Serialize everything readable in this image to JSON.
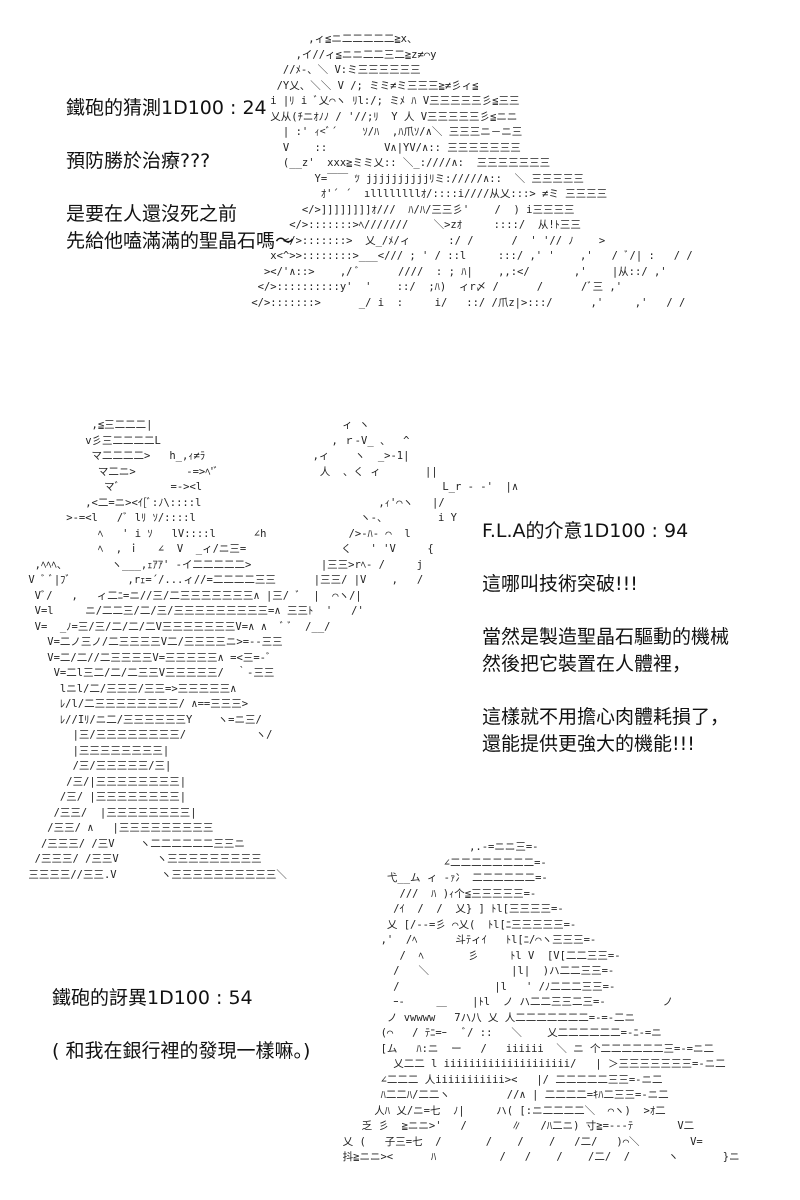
{
  "panels": [
    {
      "lines_a": [
        "鐵砲的猜測1D100 : 24"
      ],
      "lines_b": [
        "預防勝於治療???"
      ],
      "lines_c": [
        "是要在人還沒死之前",
        "先給他嗑滿滿的聖晶石嗎～"
      ],
      "art": [
        "          ,ィ≦ニ二二二二二≧x、",
        "        ,イ//ィ≦ニニ二二三二≧z≠⌒y",
        "      //ﾒ-、＼ V:ミ三三三三三三",
        "     /Y乂、＼＼ V /; ミミ≠ミ三三三≧≠彡ィ≦",
        "    i |ﾘ i ﾞ乂⌒ヽ ﾘl:/; ミﾒ ﾊ V三三三三三彡≦三三",
        "    乂从(ﾁニｵﾉﾉ / '//;ﾘ  Y 人 V三三三三三彡≦ニニ",
        "      | :' ｨ<ﾞ´    ｿ/ﾊ  ,ﾊ爪ｿ/∧＼ 三三三ニ－ニ三",
        "      V    ::         V∧|YV/∧:: 三三三三三三三",
        "      (__z'  xxx≧ミミ乂:: ＼_:////∧:  三三三三三三三",
        "           Y=￣￣ ﾂ jjjjjjjjjjﾘミ://///∧::  ＼ 三三三三三",
        "            ｵ'´ ´  ıllllllllｵ/::::i////从乂:::> ≠ミ 三三三三",
        "         </>]]]]]]]]ｵ///  ﾊ/ﾊ/三三彡'    /  ) i三三三三",
        "       </>:::::::>ﾍ///////    ＼>zｵ     ::::/  从!ﾄ三三",
        "      </>:::::::>  乂_/ﾒ/ィ      :/ /      /  ' '// ﾉ    >",
        "    x<^>>::::::::>___</// ; ' / ::l     :::/ ,' '    ,'   / ﾞ/| :   / /",
        "   ></'∧::>    ,/ ﾞ      ////  : ; ﾊ|    ,,:</       ,'    |从::/ ,'",
        "  </>::::::::::y'  '    ::/  ;ﾊ)  ィr〆 /      /      /ﾞ三 ,'",
        " </>:::::::>      _/ i  :     i/   ::/ /爪z|>:::/      ,'     ,'   / /"
      ],
      "art_lines": 18
    },
    {
      "lines_a": [
        "F.L.A的介意1D100 : 94"
      ],
      "lines_b": [
        "這哪叫技術突破!!!"
      ],
      "lines_c": [
        "當然是製造聖晶石驅動的機械",
        "然後把它裝置在人體裡，"
      ],
      "lines_d": [
        "這樣就不用擔心肉體耗損了，",
        "還能提供更強大的機能!!!"
      ],
      "art": [
        "           ,≦三二二二|                              ィ ヽ",
        "          v彡三二二二二L                           , ｒ-V_ 、  ^",
        "           マ二二二二>   h_,ｨ≠ﾗ                 ,ィ    ヽ  _>-1|",
        "            マ二ニ>        -=>ﾍ'ﾞ                人  、く ィ       ||",
        "             マﾞ        =-><l                                      L_r - -'  |∧",
        "          ,<二=ニ><ｲ[ﾞ:ﾉ\\::::l                            ,ｨ'⌒ヽ   |/",
        "       >-=<l   /ﾞ lﾘ ｿ/::::l                          ヽ-、        i Y",
        "            ﾍ   ' i ｿ   lV::::l      ∠h             />-ﾊ- ⌒  l",
        "            ﾍ  , ｉ   ∠  V  _ィ/ニ三=               く   ' 'V     {",
        "  ,ﾍﾍﾍ、       ヽ___,ｪｱｱ' -イ二二二二二>           |三三>rﾍ- /     j",
        " V ﾞ ﾞ|ﾌﾞ         ,rｪ=´/...ィ//=二二二二三三      |三三/ |V    ,   /",
        "  Vﾞ/   ,   ィ二ﾆ=ニ//三/二三三三三三三三∧ |三/ ﾞ  |  ⌒ヽ/|",
        "  V=l     ニ/二二三/二/三/三三三三三三三三三=∧ 三三ﾄ  '   /'",
        "  V=  _ﾉ=三/三/二/二/二V三三三三三三三V=∧ ∧  ﾞ ﾞ  /__/",
        "    V=二ノ三ノ/二三三三三V二/三三三三ニ>=--三三",
        "    V=二/二//二三三三三V=三三三三三∧ =<三=-ﾞ",
        "     V=二l三二/二/二三三V三三三三三/  ｀-三三",
        "      lニl/二/三三三/三三=>三三三三三∧",
        "      ﾚ/l/二三三三三三三三三/ ∧==三三三>",
        "      ﾚ//Iﾘ/ニ二/三三三三三三Y    ヽ=ニ三/",
        "        |三/三三三三三三三三/           ヽ/",
        "        |三三三三三三三三|",
        "        /三/三三三三三/三|",
        "       /三/|三三三三三三三三|",
        "      /三/ |三三三三三三三三|",
        "     /三三/  |三三三三三三三三|",
        "    /三三/ ∧   |三三三三三三三三三",
        "   /三三三/ /三V    ヽ二二二二二二三三ニ",
        "  /三三三/ /三三V      ヽ三三三三三三三三三",
        " 三三三三//三三.V       ヽ三三三三三三三三三三＼"
      ],
      "art_lines": 30
    },
    {
      "lines_a": [
        "鐵砲的訝異1D100 :  54"
      ],
      "lines_b": [
        "( 和我在銀行裡的發現一樣嘛。)"
      ],
      "art": [
        "                      ,.-=ニニ三=-",
        "                  ∠二二二二二二二二=-",
        "         弋__ム ィ -ｧ冫 二二二二二二=-",
        "           ///  ﾊ )ｨ个≦三三三三三=-",
        "          /ｲ  /  /  乂} ] ﾄl[三三三三=-",
        "         乂 [/--=彡 ⌒乂(  ﾄl[ﾆ三三三三三=-",
        "        ,'  /ﾍ      斗ﾃィｲ   ﾄl[ﾆ/⌒ヽ三三三=-",
        "           /  ﾍ       彡     ﾄl V  [V[二二三三=-",
        "          /   ＼             |l|  )ハ二二三三=-",
        "          /               |l   ' /ﾉ二二二三三=-",
        "          ｰ-     ＿    |ﾄl  ノ ハ二二三三二三=-         ノ",
        "         ノ vwwww   7ハ八 乂 人二二二二二二二=-=-二ニ",
        "        (⌒   / ﾃﾆ=ｰ   ﾞ/ ::   ＼    乂二二二二二二=-ﾆ-=ニ",
        "        [ム   ﾊ:ニ  ー   /   iiiiii  ＼ ニ 个二二二二二二三=-=ニ二",
        "          乂二二 l iiiiiiiiiiiiiiiiiiii/   | ＞三三三三三三三=-ニ二",
        "        ∠二二二 人iiiiiiiiiii><   |/ 二二二二二三三=-ニ二",
        "        ﾊ二二ﾊ/二二ヽ         //∧ | 二二二二=ｷﾊ二三三=-ニ二",
        "       人ﾊ 乂/ニ=七  ﾉ|     ハ( [:ニ二二二二＼  ⌒ヽ)  >ｵ二",
        "     乏 彡  ≧ニニ>'   /       ∥   /ﾊ二ニ) 寸≧=---ﾃ       V二",
        "  乂 (   子三=七  /       /    /    /   /二/   )⌒＼        V=",
        "  抖≧ニニ><      ﾊ          /   /    /    /二/  /      ヽ       }ニ"
      ],
      "art_lines": 21
    }
  ]
}
